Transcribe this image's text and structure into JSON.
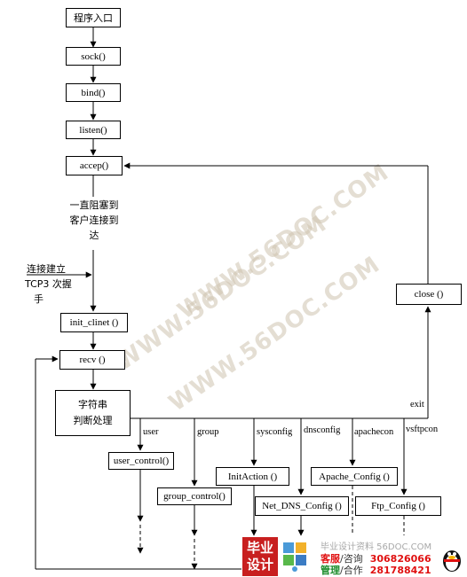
{
  "nodes": {
    "entry": "程序入口",
    "sock": "sock()",
    "bind": "bind()",
    "listen": "listen()",
    "accept": "accep()",
    "init": "init_clinet ()",
    "recv": "recv ()",
    "judge_line1": "字符串",
    "judge_line2": "判断处理",
    "close": "close ()",
    "user_control": "user_control()",
    "group_control": "group_control()",
    "init_action": "InitAction ()",
    "apache_config": "Apache_Config ()",
    "net_dns_config": "Net_DNS_Config ()",
    "ftp_config": "Ftp_Config ()"
  },
  "notes": {
    "block_line1": "一直阻塞到",
    "block_line2": "客户连接到",
    "block_line3": "达",
    "tcp_line1": "连接建立",
    "tcp_line2": "TCP3 次握",
    "tcp_line3": "手"
  },
  "branches": {
    "exit": "exit",
    "user": "user",
    "group": "group",
    "sysconfig": "sysconfig",
    "dnsconfig": "dnsconfig",
    "apachecon": "apachecon",
    "vsftpcon": "vsftpcon"
  },
  "watermark": {
    "text1": "WWW.56DOC.COM",
    "text2": "WWW.56DOC.COM",
    "text3": "WWW.56DOC.COM"
  },
  "logo": {
    "seal_line1": "毕业",
    "seal_line2": "设计",
    "site": "毕业设计资料 56DOC.COM",
    "service_label": "客服",
    "service_sep": "/咨询",
    "service_number": "306826066",
    "manage_label": "管理",
    "manage_sep": "/合作",
    "manage_number": "281788421"
  },
  "colors": {
    "seal": "#c81f1f",
    "contact_red": "#e01010",
    "watermark": "#cdc3af"
  }
}
